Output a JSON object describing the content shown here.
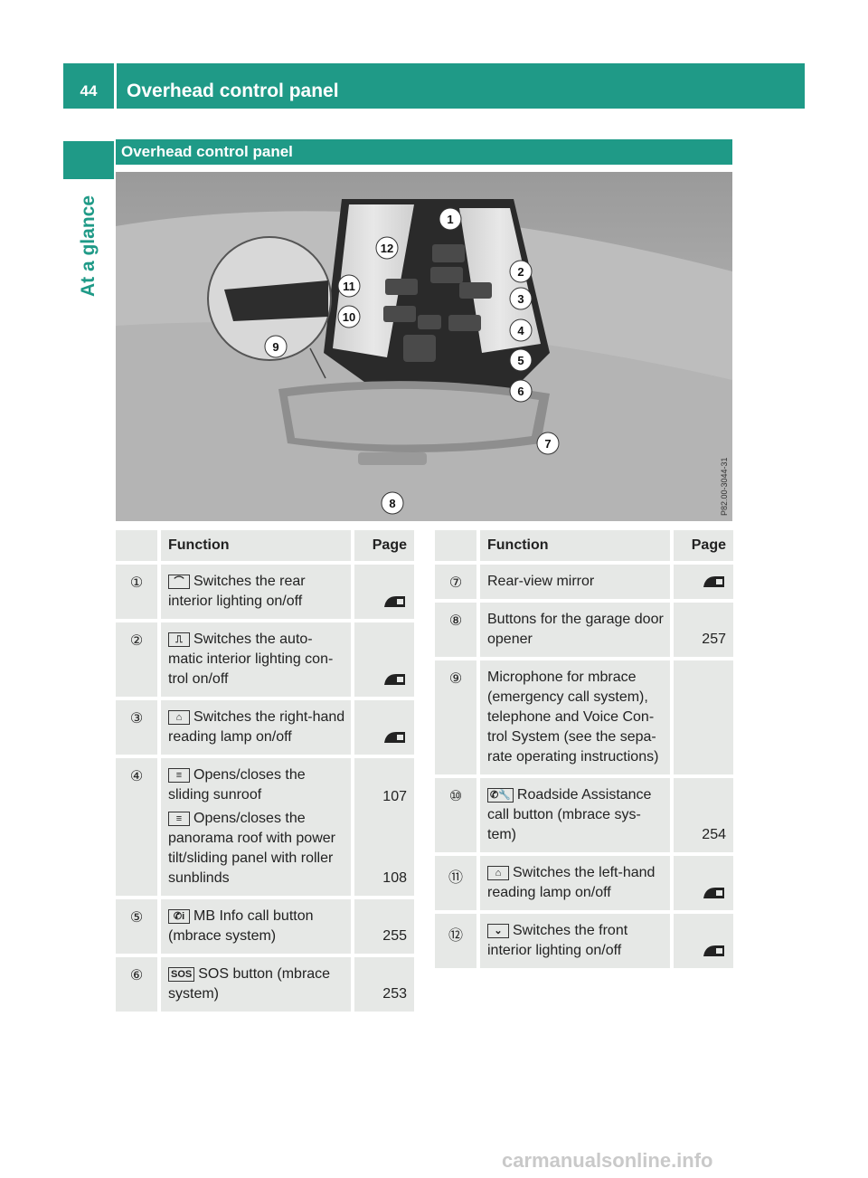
{
  "header": {
    "page_number": "44",
    "title": "Overhead control panel"
  },
  "side_label": "At a glance",
  "section": {
    "title": "Overhead control panel"
  },
  "image": {
    "callouts": [
      "1",
      "2",
      "3",
      "4",
      "5",
      "6",
      "7",
      "8",
      "9",
      "10",
      "11",
      "12"
    ],
    "code": "P82.00-3044-31"
  },
  "table_left": {
    "headers": {
      "function": "Function",
      "page": "Page"
    },
    "rows": [
      {
        "num": "①",
        "icon": "rear-light-icon",
        "text": "Switches the rear interior lighting on/off",
        "page_icon": "vehicle-ref-icon"
      },
      {
        "num": "②",
        "icon": "auto-light-off-icon",
        "text": "Switches the auto-matic interior lighting con-trol on/off",
        "page_icon": "vehicle-ref-icon"
      },
      {
        "num": "③",
        "icon": "reading-lamp-icon",
        "text": "Switches the right-hand reading lamp on/off",
        "page_icon": "vehicle-ref-icon"
      },
      {
        "num": "④",
        "icon": "sunroof-icon",
        "text": "Opens/closes the sliding sunroof",
        "page": "107",
        "text2": "Opens/closes the panorama roof with power tilt/sliding panel with roller sunblinds",
        "page2": "108"
      },
      {
        "num": "⑤",
        "icon": "info-call-icon",
        "text": "MB Info call button (mbrace system)",
        "page": "255"
      },
      {
        "num": "⑥",
        "icon": "sos-icon",
        "text": "SOS button (mbrace system)",
        "page": "253"
      }
    ]
  },
  "table_right": {
    "headers": {
      "function": "Function",
      "page": "Page"
    },
    "rows": [
      {
        "num": "⑦",
        "text": "Rear-view mirror",
        "page_icon": "vehicle-ref-icon"
      },
      {
        "num": "⑧",
        "text": "Buttons for the garage door opener",
        "page": "257"
      },
      {
        "num": "⑨",
        "text": "Microphone for mbrace (emergency call system), telephone and Voice Con-trol System (see the sepa-rate operating instructions)",
        "page": ""
      },
      {
        "num": "⑩",
        "icon": "roadside-icon",
        "text": "Roadside Assistance call button (mbrace sys-tem)",
        "page": "254"
      },
      {
        "num": "⑪",
        "icon": "reading-lamp-icon",
        "text": "Switches the left-hand reading lamp on/off",
        "page_icon": "vehicle-ref-icon"
      },
      {
        "num": "⑫",
        "icon": "front-light-icon",
        "text": "Switches the front interior lighting on/off",
        "page_icon": "vehicle-ref-icon"
      }
    ]
  },
  "watermark": "carmanualsonline.info"
}
